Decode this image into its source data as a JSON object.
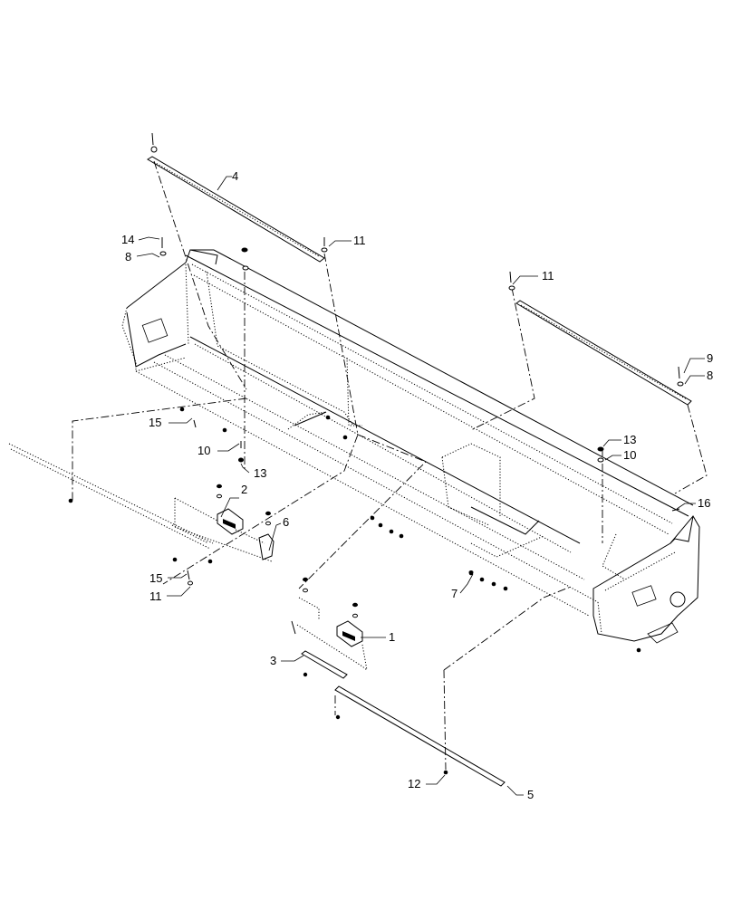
{
  "callouts": {
    "c1": "1",
    "c2": "2",
    "c3": "3",
    "c4": "4",
    "c5": "5",
    "c6": "6",
    "c7": "7",
    "c8a": "8",
    "c8b": "8",
    "c9": "9",
    "c10a": "10",
    "c10b": "10",
    "c11a": "11",
    "c11b": "11",
    "c11c": "11",
    "c12": "12",
    "c13a": "13",
    "c13b": "13",
    "c14": "14",
    "c15a": "15",
    "c15b": "15",
    "c16": "16"
  }
}
